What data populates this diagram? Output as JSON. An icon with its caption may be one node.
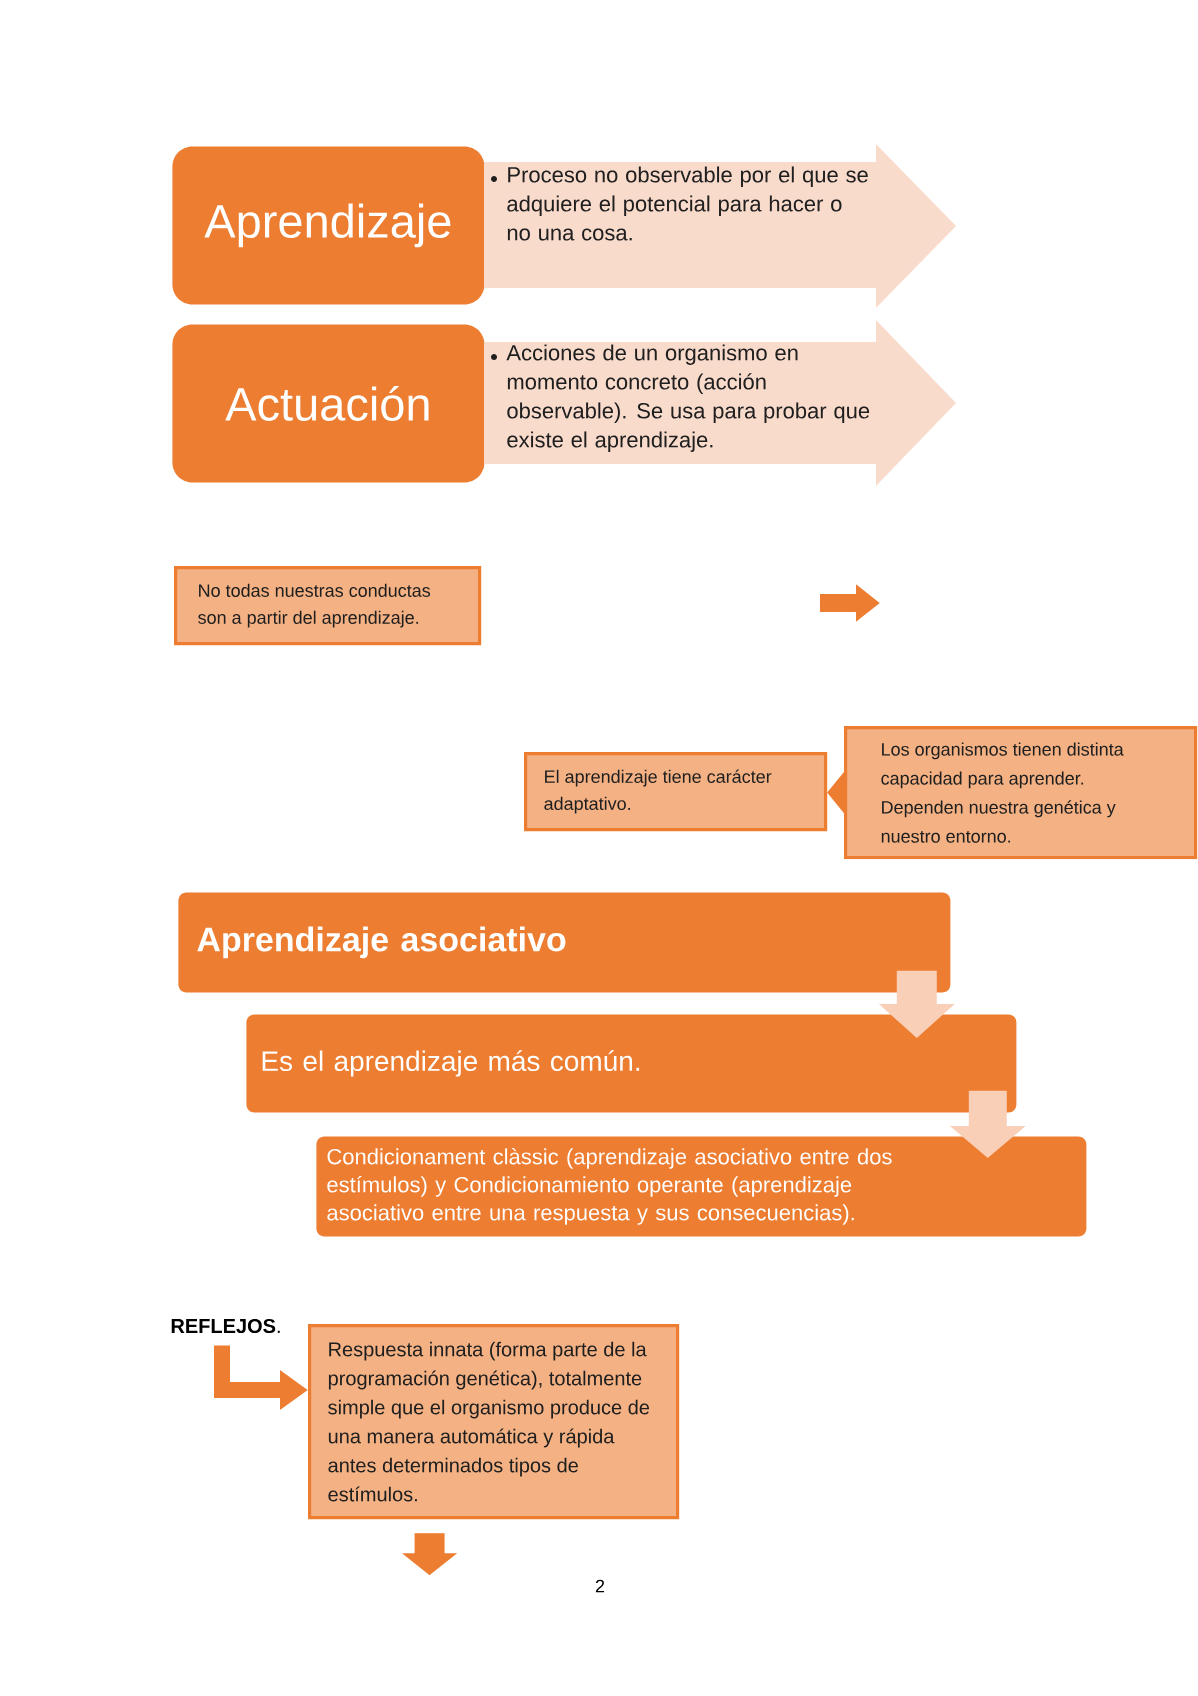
{
  "diagram": {
    "nodes": [
      {
        "text": [
          "Aprendizaje"
        ]
      },
      {
        "text": [
          "Proceso no observable por el que se adquiere el potencial para hacer o no una cosa."
        ]
      },
      {
        "text": [
          "Actuación"
        ]
      },
      {
        "text": [
          "Acciones de un organismo en momento concreto (acción observable). Se usa para probar que existe el aprendizaje."
        ]
      },
      {
        "text": [
          "No todas nuestras conductas son a partir del aprendizaje."
        ]
      },
      {
        "text": [
          "El aprendizaje tiene carácter adaptativo."
        ]
      },
      {
        "text": [
          "Los organismos tienen distinta capacidad para aprender. Dependen nuestra genética y nuestro entorno."
        ]
      },
      {
        "text": [
          "Aprendizaje asociativo"
        ]
      },
      {
        "text": [
          "Es el aprendizaje más común."
        ]
      },
      {
        "text": [
          "Condicionament clàssic (aprendizaje asociativo entre dos estímulos) y Condicionamiento operante (aprendizaje asociativo entre una respuesta y sus consecuencias)."
        ]
      },
      {
        "text": [
          "**REFLEJOS**."
        ]
      },
      {
        "text": [
          "Respuesta innata (forma parte de la programación genética), totalmente simple que el organismo produce de una manera automática y rápida antes determinados tipos de estímulos."
        ]
      }
    ],
    "edges": [
      {
        "from": 6,
        "to": 5,
        "arrow": "to",
        "color": "#ed7d31"
      },
      {
        "from": 7,
        "to": 8,
        "arrow": "to",
        "color": "#f9cfb8"
      },
      {
        "from": 8,
        "to": 9,
        "arrow": "to",
        "color": "#f9cfb8"
      },
      {
        "from": 10,
        "to": 11,
        "arrow": "to",
        "color": "#ed7d31"
      },
      {
        "from": 11,
        "to": null,
        "arrow": "to",
        "color": "#ed7d31"
      }
    ],
    "labels": [
      "2"
    ]
  }
}
